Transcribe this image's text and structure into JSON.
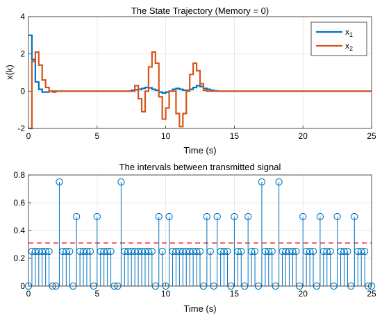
{
  "chart_data": [
    {
      "type": "line",
      "title": "The State Trajectory (Memory = 0)",
      "xlabel": "Time (s)",
      "ylabel": "x(k)",
      "xlim": [
        0,
        25
      ],
      "ylim": [
        -2,
        4
      ],
      "xticks": [
        0,
        5,
        10,
        15,
        20,
        25
      ],
      "yticks": [
        -2,
        0,
        2,
        4
      ],
      "grid": true,
      "step": true,
      "legend_position": "top-right",
      "series": [
        {
          "name": "x1",
          "legend_base": "x",
          "legend_sub": "1",
          "color": "#0072BD",
          "x": [
            0,
            0.25,
            0.5,
            0.75,
            1.0,
            1.25,
            1.5,
            1.75,
            2.0,
            2.5,
            3.0,
            3.5,
            7.5,
            7.75,
            8.0,
            8.25,
            8.5,
            8.75,
            9.0,
            9.25,
            9.5,
            9.75,
            10.0,
            10.25,
            10.5,
            10.75,
            11.0,
            11.25,
            11.5,
            11.75,
            12.0,
            12.25,
            12.5,
            12.75,
            13.0,
            13.25,
            13.5,
            13.75,
            14.0,
            14.5,
            25
          ],
          "y": [
            3.0,
            1.7,
            0.5,
            0.1,
            -0.05,
            -0.05,
            0.0,
            0.0,
            0.0,
            0.0,
            0.0,
            0.0,
            0.05,
            0.08,
            0.1,
            0.15,
            0.2,
            0.18,
            0.1,
            0.05,
            -0.05,
            -0.1,
            -0.05,
            0.0,
            0.1,
            0.15,
            0.1,
            0.05,
            0.05,
            0.1,
            0.2,
            0.3,
            0.25,
            0.15,
            0.1,
            0.05,
            0.02,
            0.0,
            0.0,
            0.0,
            0.0
          ]
        },
        {
          "name": "x2",
          "legend_base": "x",
          "legend_sub": "2",
          "color": "#D95319",
          "x": [
            0,
            0.25,
            0.5,
            0.75,
            1.0,
            1.25,
            1.5,
            1.75,
            2.0,
            2.5,
            3.0,
            7.5,
            7.75,
            8.0,
            8.25,
            8.5,
            8.75,
            9.0,
            9.25,
            9.5,
            9.75,
            10.0,
            10.25,
            10.5,
            10.75,
            11.0,
            11.25,
            11.5,
            11.75,
            12.0,
            12.25,
            12.5,
            12.75,
            13.0,
            13.25,
            13.5,
            13.75,
            14.0,
            25
          ],
          "y": [
            -2.0,
            1.6,
            2.1,
            1.4,
            0.6,
            0.2,
            0.0,
            -0.05,
            0.0,
            0.0,
            0.0,
            0.0,
            0.3,
            -0.4,
            -1.1,
            0.0,
            1.3,
            2.1,
            1.5,
            -0.3,
            -1.5,
            -0.9,
            0.0,
            0.0,
            -1.2,
            -1.9,
            -1.2,
            0.0,
            0.9,
            1.5,
            1.1,
            0.4,
            0.05,
            0.0,
            0.0,
            0.0,
            0.0,
            0.0,
            0.0
          ]
        }
      ]
    },
    {
      "type": "scatter",
      "title": "The intervals between transmitted signal",
      "xlabel": "Time (s)",
      "ylabel": "",
      "xlim": [
        0,
        25
      ],
      "ylim": [
        0,
        0.8
      ],
      "xticks": [
        0,
        5,
        10,
        15,
        20,
        25
      ],
      "yticks": [
        0,
        0.2,
        0.4,
        0.6,
        0.8
      ],
      "grid": true,
      "stem": true,
      "marker_color": "#0072BD",
      "threshold": 0.31,
      "threshold_color": "#FF0000",
      "x": [
        0.0,
        0.25,
        0.5,
        0.75,
        1.0,
        1.25,
        1.5,
        1.75,
        2.0,
        2.25,
        2.5,
        2.75,
        3.0,
        3.25,
        3.5,
        3.75,
        4.0,
        4.25,
        4.5,
        4.75,
        5.0,
        5.25,
        5.5,
        5.75,
        6.0,
        6.25,
        6.5,
        6.75,
        7.0,
        7.25,
        7.5,
        7.75,
        8.0,
        8.25,
        8.5,
        8.75,
        9.0,
        9.25,
        9.5,
        9.75,
        10.0,
        10.25,
        10.5,
        10.75,
        11.0,
        11.25,
        11.5,
        11.75,
        12.0,
        12.25,
        12.5,
        12.75,
        13.0,
        13.25,
        13.5,
        13.75,
        14.0,
        14.25,
        14.5,
        14.75,
        15.0,
        15.25,
        15.5,
        15.75,
        16.0,
        16.25,
        16.5,
        16.75,
        17.0,
        17.25,
        17.5,
        17.75,
        18.0,
        18.25,
        18.5,
        18.75,
        19.0,
        19.25,
        19.5,
        19.75,
        20.0,
        20.25,
        20.5,
        20.75,
        21.0,
        21.25,
        21.5,
        21.75,
        22.0,
        22.25,
        22.5,
        22.75,
        23.0,
        23.25,
        23.5,
        23.75,
        24.0,
        24.25,
        24.5,
        24.75,
        25.0
      ],
      "y": [
        0.0,
        0.25,
        0.25,
        0.25,
        0.25,
        0.25,
        0.25,
        0.0,
        0.0,
        0.75,
        0.25,
        0.25,
        0.25,
        0.0,
        0.5,
        0.25,
        0.25,
        0.25,
        0.25,
        0.0,
        0.5,
        0.25,
        0.25,
        0.25,
        0.25,
        0.0,
        0.0,
        0.75,
        0.25,
        0.25,
        0.25,
        0.25,
        0.25,
        0.25,
        0.25,
        0.25,
        0.25,
        0.0,
        0.5,
        0.25,
        0.0,
        0.5,
        0.25,
        0.25,
        0.25,
        0.25,
        0.25,
        0.25,
        0.25,
        0.25,
        0.25,
        0.0,
        0.5,
        0.25,
        0.0,
        0.5,
        0.25,
        0.25,
        0.25,
        0.0,
        0.5,
        0.25,
        0.25,
        0.0,
        0.5,
        0.25,
        0.25,
        0.0,
        0.75,
        0.25,
        0.25,
        0.25,
        0.0,
        0.75,
        0.25,
        0.25,
        0.25,
        0.25,
        0.25,
        0.0,
        0.5,
        0.25,
        0.25,
        0.25,
        0.0,
        0.5,
        0.25,
        0.25,
        0.25,
        0.0,
        0.5,
        0.25,
        0.25,
        0.25,
        0.0,
        0.5,
        0.25,
        0.25,
        0.25,
        0.0,
        0.0
      ]
    }
  ]
}
